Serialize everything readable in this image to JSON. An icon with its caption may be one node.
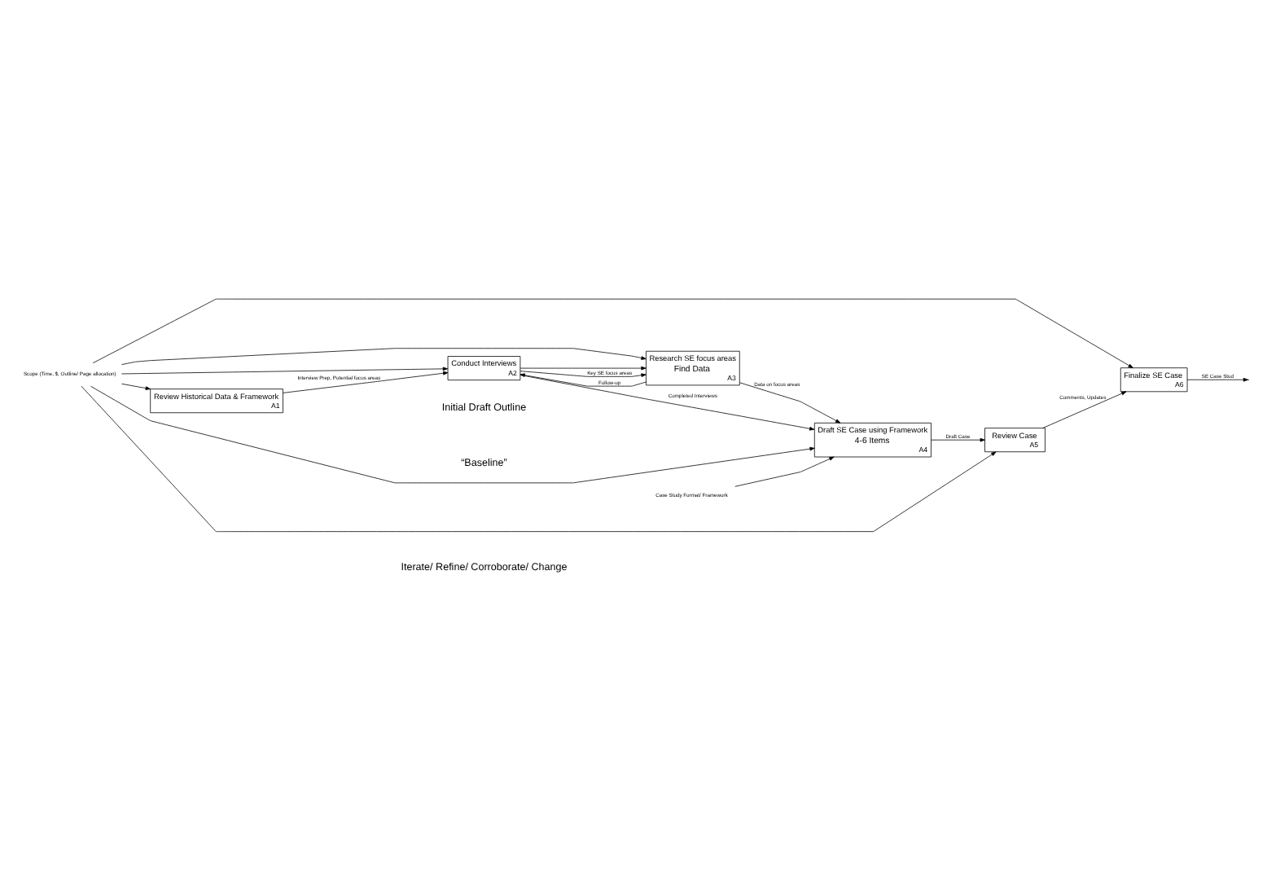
{
  "diagram": {
    "nodes": [
      {
        "text": [
          "Scope (Time, $, Outline/ Page allocation)"
        ]
      },
      {
        "text": [
          "Case Study Format/ Framework"
        ]
      },
      {
        "text": [
          "Review Historical Data & Framework",
          "A1"
        ]
      },
      {
        "text": [
          "Conduct Interviews",
          "A2"
        ]
      },
      {
        "text": [
          "Research SE focus areas",
          "Find Data",
          "A3"
        ]
      },
      {
        "text": [
          "Draft SE Case using Framework",
          "4-6 Items",
          "A4"
        ]
      },
      {
        "text": [
          "Review Case",
          "A5"
        ]
      },
      {
        "text": [
          "Finalize SE Case",
          "A6"
        ]
      }
    ],
    "edges": [
      {
        "from": 0,
        "to": 2,
        "arrow": "to"
      },
      {
        "from": 0,
        "to": 3,
        "arrow": "to"
      },
      {
        "from": 0,
        "to": 4,
        "arrow": "to"
      },
      {
        "from": 0,
        "to": 5,
        "arrow": "to"
      },
      {
        "from": 0,
        "to": 6,
        "arrow": "to"
      },
      {
        "from": 0,
        "to": 7,
        "arrow": "to"
      },
      {
        "from": 1,
        "to": 5,
        "arrow": "to"
      },
      {
        "from": 2,
        "to": 3,
        "arrow": "to",
        "label": "Interview Prep, Potential focus areas"
      },
      {
        "from": 3,
        "to": 4,
        "arrow": "to",
        "label": "Key SE focus areas"
      },
      {
        "from": 3,
        "to": 4,
        "arrow": "to"
      },
      {
        "from": 3,
        "to": 5,
        "arrow": "to",
        "label": "Completed Interviews"
      },
      {
        "from": 4,
        "to": 3,
        "arrow": "to",
        "label": "Follow-up"
      },
      {
        "from": 4,
        "to": 5,
        "arrow": "to",
        "label": "Data on focus areas"
      },
      {
        "from": 5,
        "to": 6,
        "arrow": "to",
        "label": "Draft Case"
      },
      {
        "from": 6,
        "to": 7,
        "arrow": "to",
        "label": "Comments, Updates"
      },
      {
        "from": 7,
        "to": null,
        "arrow": "to",
        "label": "SE Case Stud"
      }
    ],
    "labels": [
      "Initial Draft Outline",
      "“Baseline”",
      "Iterate/ Refine/ Corroborate/ Change"
    ]
  }
}
